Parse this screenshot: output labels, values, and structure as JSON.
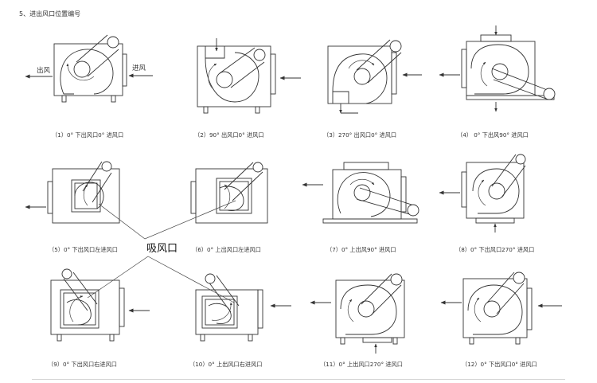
{
  "heading": "5、进出风口位置编号",
  "center_label": "吸风口",
  "flow_labels": {
    "outlet": "出风",
    "inlet": "进风"
  },
  "colors": {
    "line": "#333333",
    "background": "#ffffff"
  },
  "figures": [
    {
      "caption": "（1）0° 下出风口0° 进风口"
    },
    {
      "caption": "（2）90° 出风口0° 进风口"
    },
    {
      "caption": "（3）270° 出风口0° 进风口"
    },
    {
      "caption": "（4） 0° 下出风90° 进风口"
    },
    {
      "caption": "（5）0° 下出风口左进风口"
    },
    {
      "caption": "（6）0° 上出风口左进风口"
    },
    {
      "caption": "（7）0° 上出风90° 进风口"
    },
    {
      "caption": "（8）0° 下出风口270° 进风口"
    },
    {
      "caption": "（9）0° 下出风口右进风口"
    },
    {
      "caption": "（10）0° 上出风口右进风口"
    },
    {
      "caption": "（11）0° 上出风口270° 进风口"
    },
    {
      "caption": "（12）0° 下出风口0° 进风口"
    }
  ]
}
